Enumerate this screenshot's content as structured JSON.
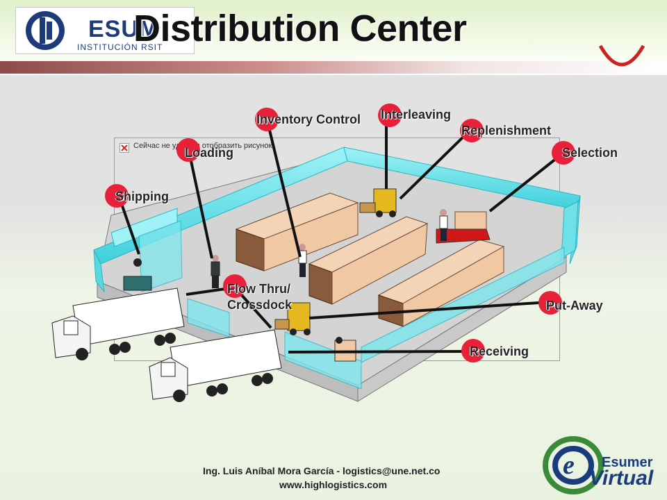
{
  "header": {
    "logo_text": "ESUM",
    "logo_subtext": "INSTITUCIÓN  RSIT",
    "title": "Distribution Center"
  },
  "image_placeholder": {
    "broken_text": "Сейчас не удается отобразить рисунок."
  },
  "labels": {
    "inventory_control": "Inventory Control",
    "interleaving": "Interleaving",
    "replenishment": "Replenishment",
    "loading": "Loading",
    "selection": "Selection",
    "shipping": "Shipping",
    "flow_thru_line1": "Flow Thru/",
    "flow_thru_line2": "Crossdock",
    "put_away": "Put-Away",
    "receiving": "Receiving"
  },
  "footer": {
    "author_line": "Ing.  Luis Aníbal Mora García - logistics@une.net.co",
    "website": "www.highlogistics.com"
  },
  "brand": {
    "line1": "Esumer",
    "line2": "Virtual"
  },
  "colors": {
    "marker_red": "#e8203a",
    "wall_cyan": "#7fe6ec",
    "box_tan": "#f0c8a4",
    "title_dark": "#111111"
  }
}
